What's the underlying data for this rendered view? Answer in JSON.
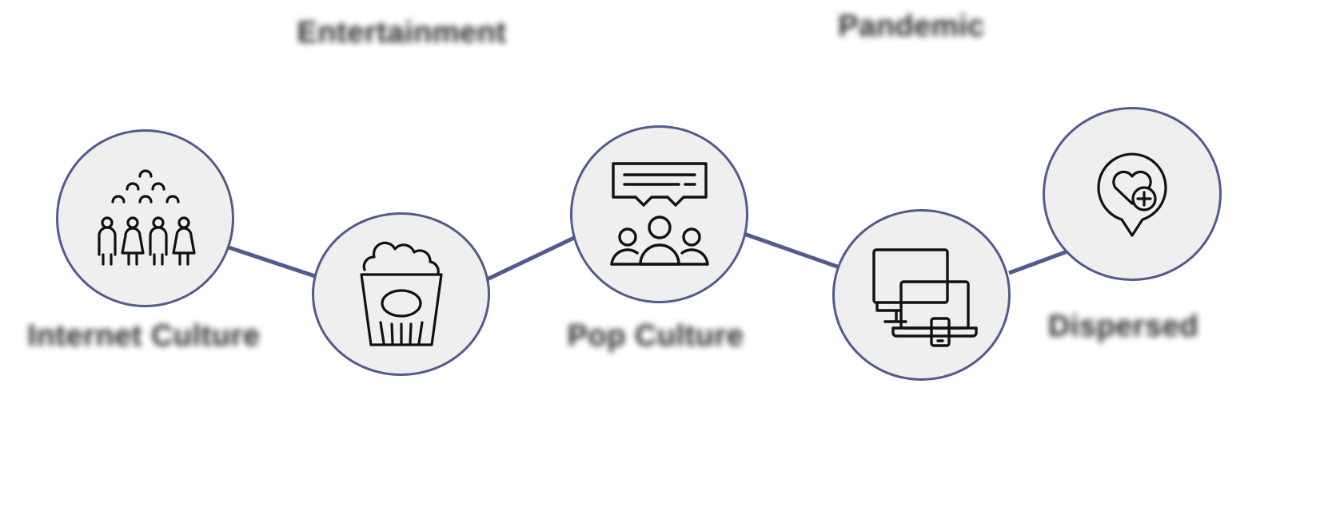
{
  "colors": {
    "circle_border": "#535a8e",
    "circle_fill": "#efefef",
    "connector": "#535a8e",
    "icon": "#111111"
  },
  "nodes": [
    {
      "id": "internet-culture",
      "icon": "crowd-icon",
      "title": "Internet Culture",
      "description": ""
    },
    {
      "id": "entertainment",
      "icon": "popcorn-icon",
      "title": "Entertainment",
      "description": ""
    },
    {
      "id": "pop-culture",
      "icon": "discussion-group-icon",
      "title": "Pop Culture",
      "description": ""
    },
    {
      "id": "pandemic",
      "icon": "devices-icon",
      "title": "Pandemic",
      "description": ""
    },
    {
      "id": "dispersed",
      "icon": "heart-location-icon",
      "title": "Dispersed",
      "description": ""
    }
  ]
}
